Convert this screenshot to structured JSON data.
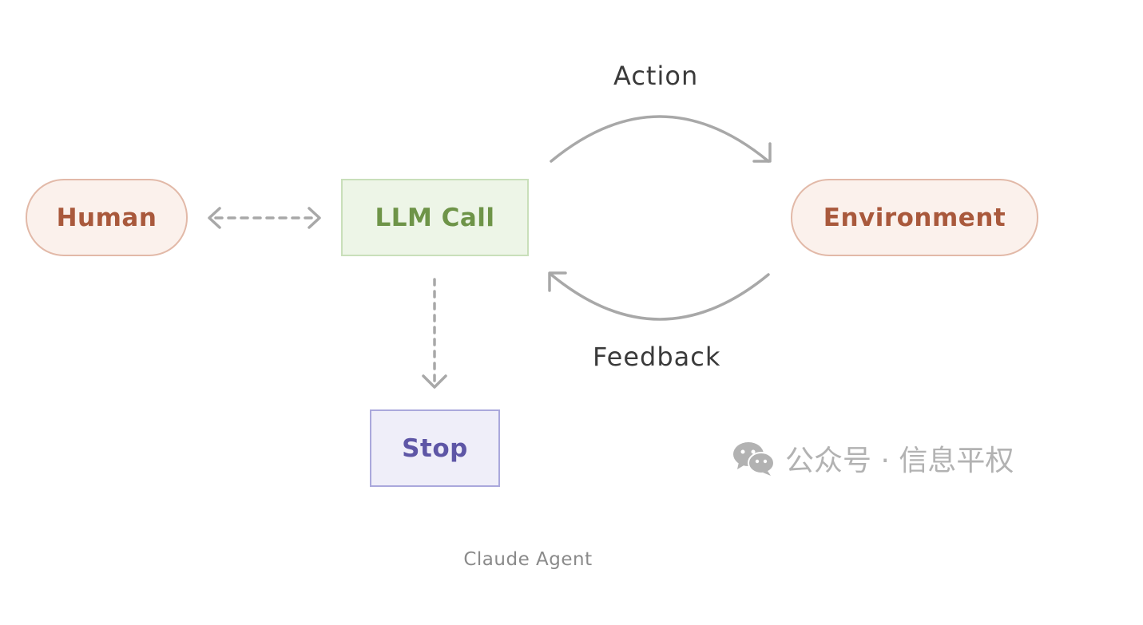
{
  "nodes": {
    "human": "Human",
    "llm_call": "LLM Call",
    "environment": "Environment",
    "stop": "Stop"
  },
  "edges": {
    "action": "Action",
    "feedback": "Feedback"
  },
  "watermark": {
    "icon": "wechat-icon",
    "text": "公众号 · 信息平权"
  },
  "caption": "Claude Agent",
  "colors": {
    "pill_fill": "#fbf1ec",
    "pill_border": "#e2b9a8",
    "pill_text": "#a9593c",
    "llm_fill": "#edf5e7",
    "llm_border": "#c9dfba",
    "llm_text": "#6e9448",
    "stop_fill": "#efeef9",
    "stop_border": "#aaa8dc",
    "stop_text": "#5e56a6",
    "arrow": "#a8a8a8"
  }
}
